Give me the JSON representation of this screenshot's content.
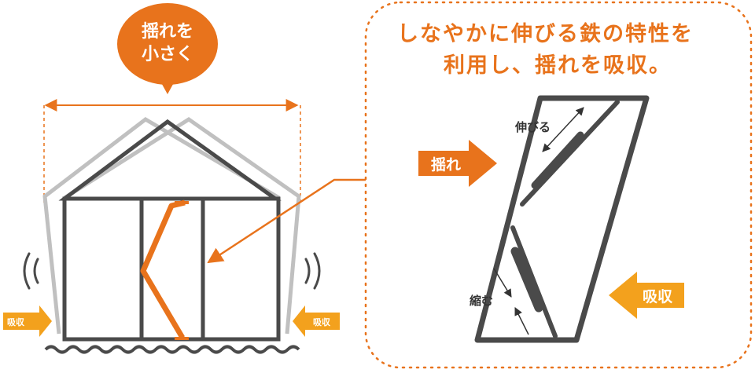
{
  "bubble": {
    "line1": "揺れを",
    "line2": "小さく"
  },
  "heading": {
    "line1": "しなやかに伸びる鉄の特性を",
    "line2": "利用し、揺れを吸収。"
  },
  "labels": {
    "absorb_left": "吸収",
    "absorb_right": "吸収",
    "shake": "揺れ",
    "absorb": "吸収",
    "stretch": "伸びる",
    "shrink": "縮む"
  },
  "colors": {
    "orange": "#e8731c",
    "dark_gray": "#4a4a4a",
    "light_gray": "#c0c0c0"
  }
}
